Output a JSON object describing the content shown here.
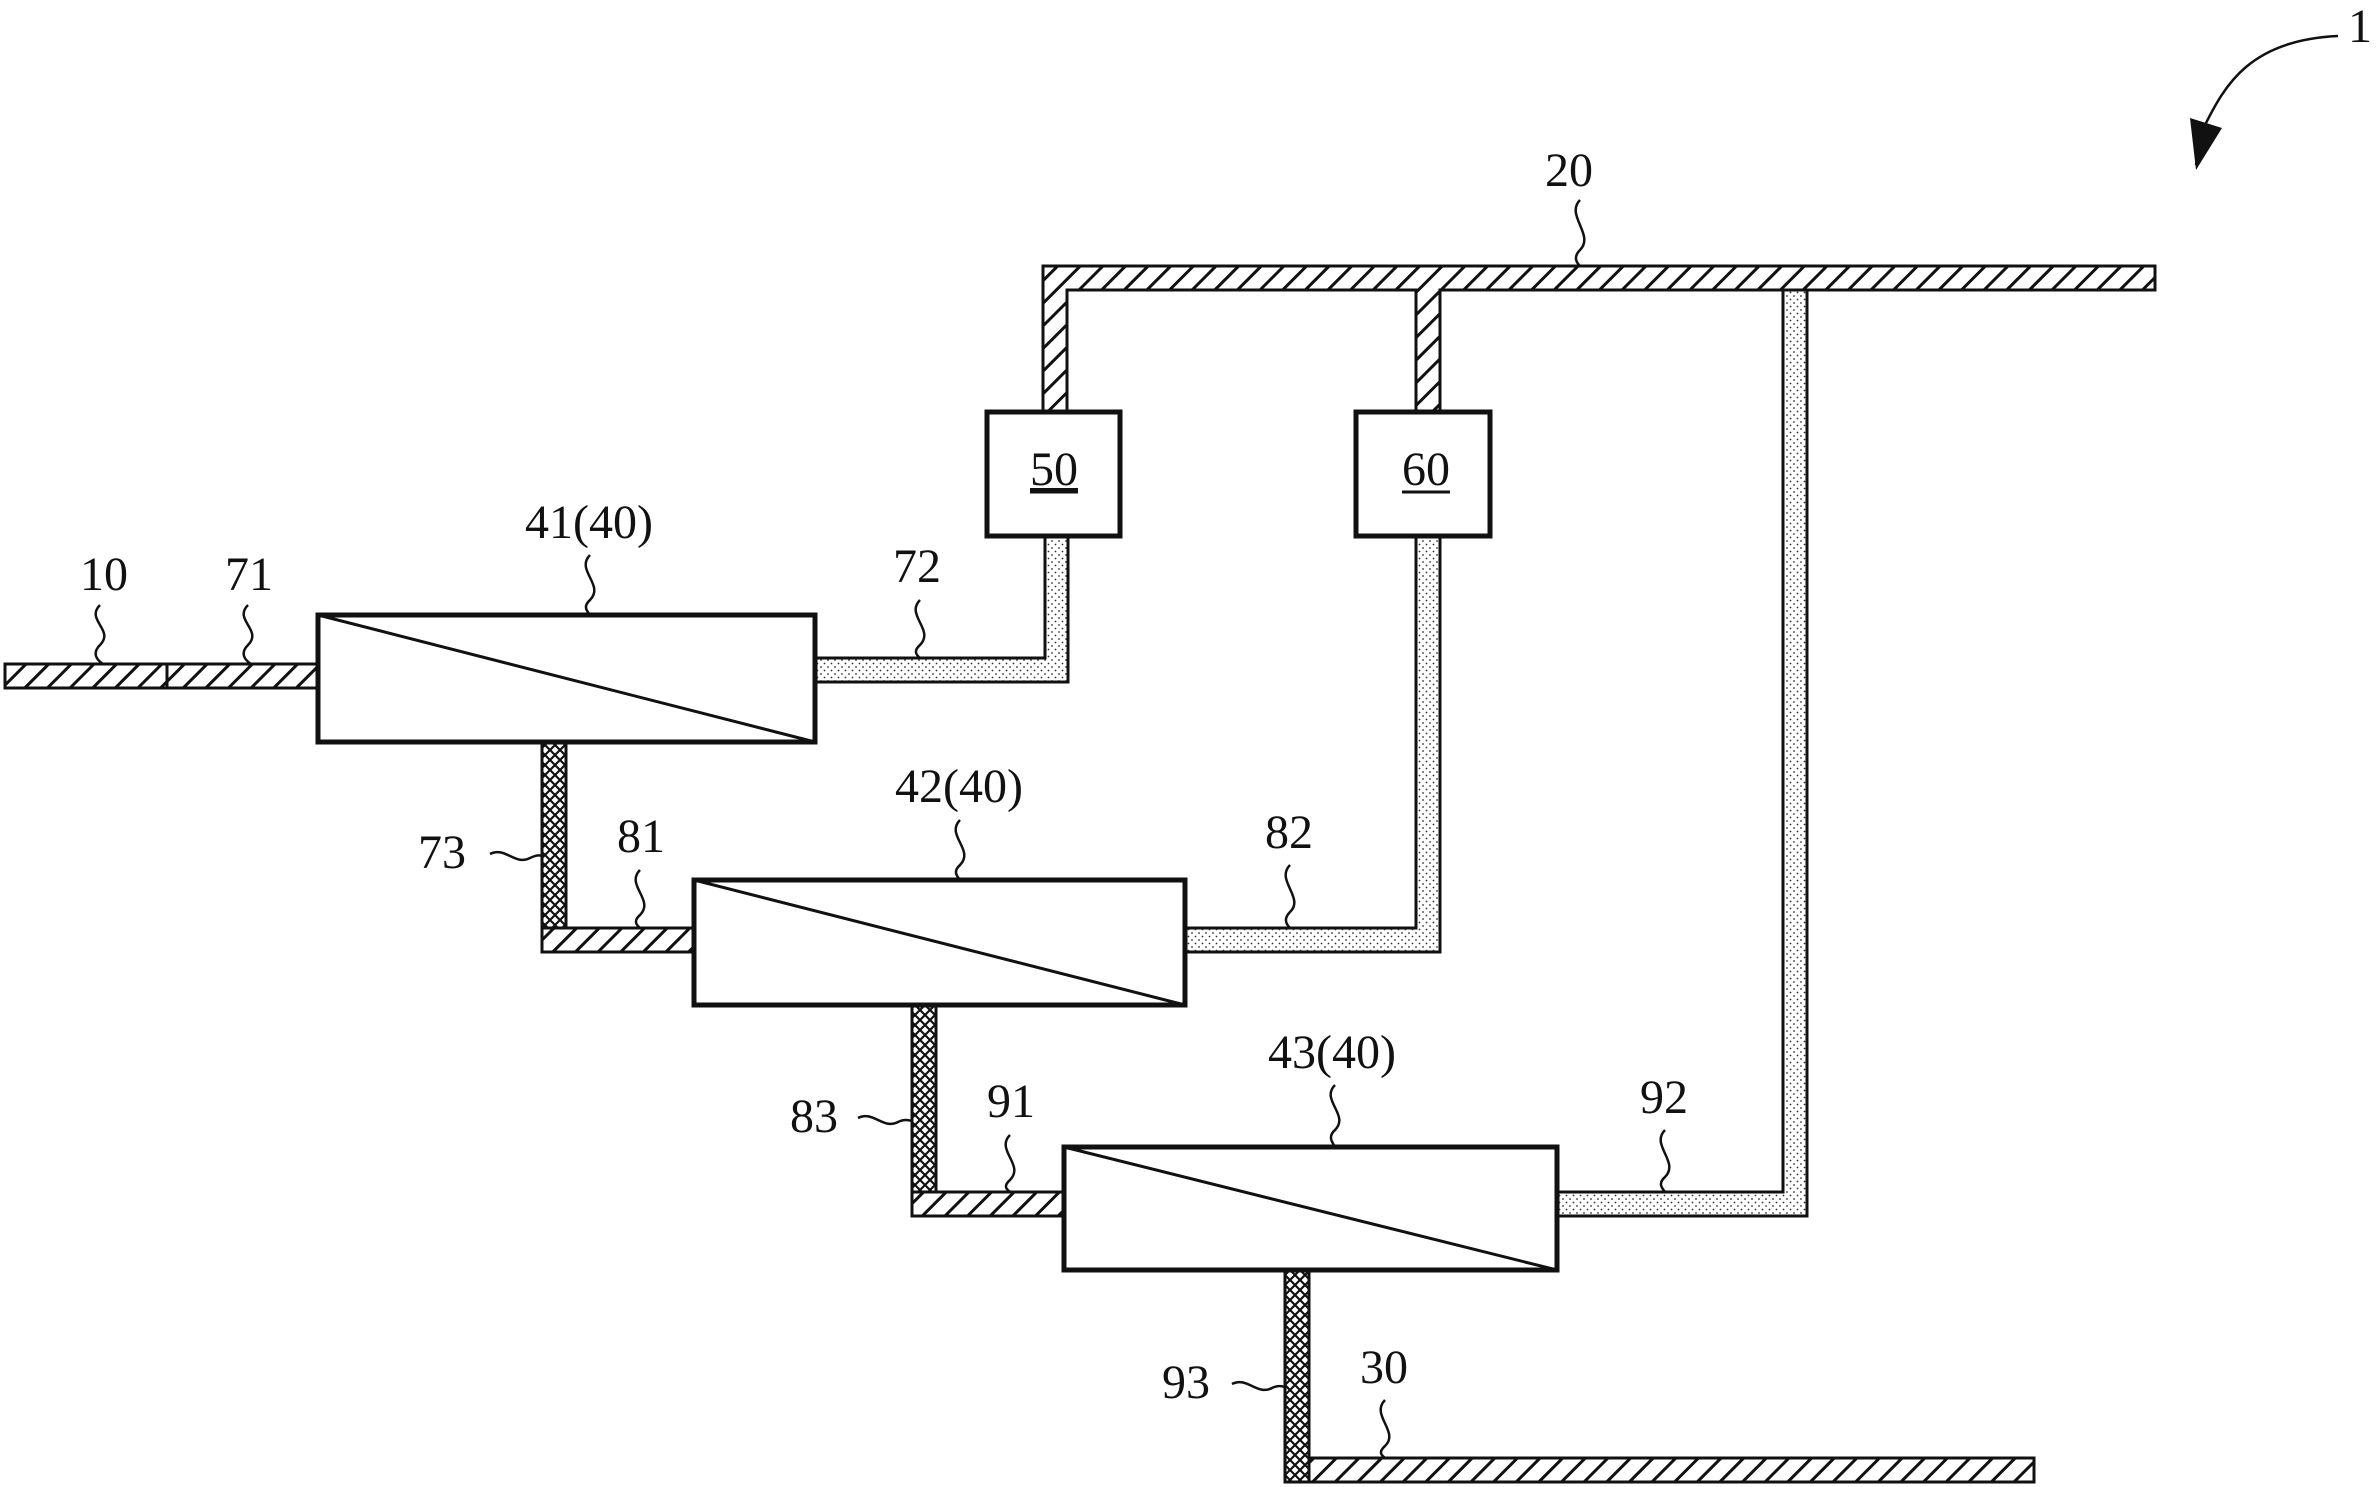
{
  "figure": {
    "reference": "1",
    "membranes": {
      "m41": "41(40)",
      "m42": "42(40)",
      "m43": "43(40)"
    },
    "units": {
      "u50": "50",
      "u60": "60"
    },
    "lines": {
      "l10": "10",
      "l20": "20",
      "l30": "30",
      "l71": "71",
      "l72": "72",
      "l73": "73",
      "l81": "81",
      "l82": "82",
      "l83": "83",
      "l91": "91",
      "l92": "92",
      "l93": "93"
    }
  }
}
